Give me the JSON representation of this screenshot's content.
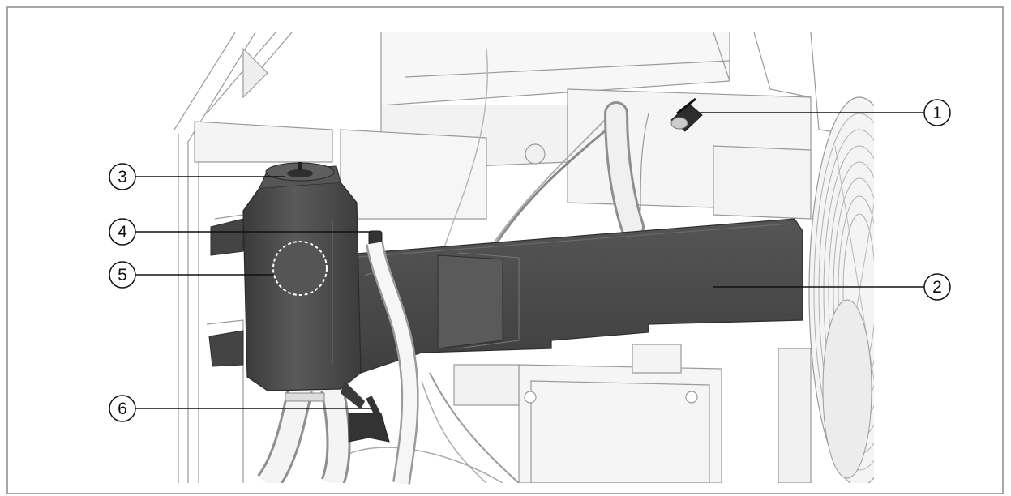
{
  "callouts": [
    {
      "label": "1",
      "part": "hose-connector"
    },
    {
      "label": "2",
      "part": "water-tray"
    },
    {
      "label": "3",
      "part": "filler-cap"
    },
    {
      "label": "4",
      "part": "hose-clamp"
    },
    {
      "label": "5",
      "part": "level-window"
    },
    {
      "label": "6",
      "part": "drain-valve"
    }
  ],
  "colors": {
    "frame": "#8a8a8a",
    "linework": "#9a9a9a",
    "dark_part": "#4a4a4a",
    "dark_part_shade": "#333333",
    "fan": "#b0b0b0",
    "callout_line": "#111111"
  },
  "icons": [
    "fan-grille",
    "dashed-circle-marker"
  ]
}
